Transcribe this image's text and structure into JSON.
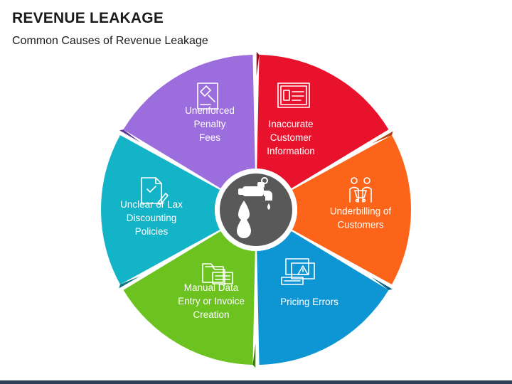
{
  "title": "REVENUE LEAKAGE",
  "subtitle": "Common Causes of Revenue Leakage",
  "segments": [
    {
      "lines": [
        "Inaccurate",
        "Customer",
        "Information"
      ],
      "color": "#e8122d",
      "dark": "#9e0a1e",
      "icon": "id-card-icon"
    },
    {
      "lines": [
        "Underbilling of",
        "Customers"
      ],
      "color": "#fb6419",
      "dark": "#b0400c",
      "icon": "customers-cart-icon"
    },
    {
      "lines": [
        "Pricing Errors"
      ],
      "color": "#0e95d3",
      "dark": "#07618d",
      "icon": "warning-monitor-icon"
    },
    {
      "lines": [
        "Manual Data",
        "Entry or Invoice",
        "Creation"
      ],
      "color": "#6cc31f",
      "dark": "#427c10",
      "icon": "data-entry-icon"
    },
    {
      "lines": [
        "Unclear or Lax",
        "Discounting",
        "Policies"
      ],
      "color": "#13b4c7",
      "dark": "#0a7482",
      "icon": "policy-document-icon"
    },
    {
      "lines": [
        "Unenforced",
        "Penalty",
        "Fees"
      ],
      "color": "#9c6ddd",
      "dark": "#5f3d96",
      "icon": "gavel-icon"
    }
  ],
  "center_icon": "leaking-faucet-icon",
  "center_color": "#595959"
}
